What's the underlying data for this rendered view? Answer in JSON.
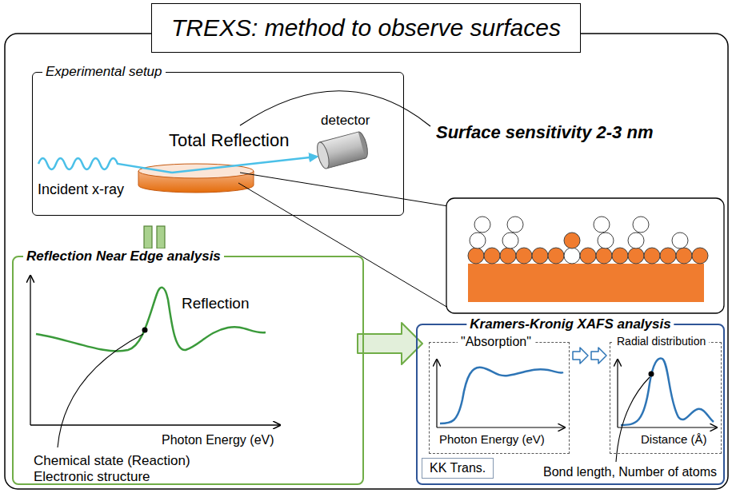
{
  "diagram": {
    "title": "TREXS: method to observe surfaces",
    "nodes": [
      {
        "text": [
          "Experimental setup",
          "Total Reflection",
          "detector",
          "Incident x-ray"
        ]
      },
      {
        "text": [
          "Reflection Near Edge analysis",
          "Reflection",
          "Photon Energy (eV)",
          "Chemical state (Reaction) Electronic structure"
        ]
      },
      {
        "text": [
          "Kramers-Kronig XAFS analysis",
          "Bond length, Number of atoms"
        ]
      },
      {
        "text": [
          "\"Absorption\"",
          "Photon Energy (eV)"
        ],
        "in": 2
      },
      {
        "text": [
          "Radial distribution",
          "Distance (Å)"
        ],
        "in": 2
      },
      {
        "text": [
          "KK Trans."
        ]
      }
    ],
    "edges": [
      {
        "from": 1,
        "to": 2,
        "arrow": "to"
      },
      {
        "from": 3,
        "to": 4,
        "arrow": "to"
      }
    ],
    "labels": [
      "Surface sensitivity 2-3 nm"
    ]
  }
}
